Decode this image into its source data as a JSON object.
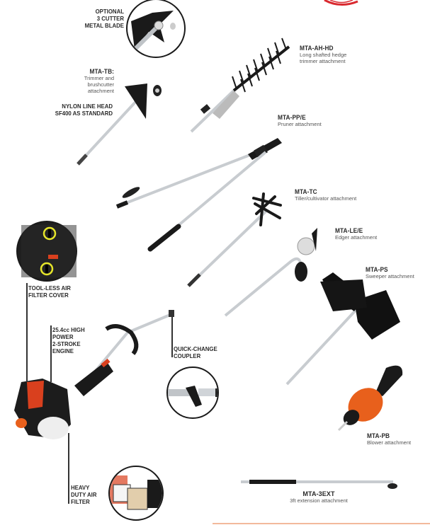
{
  "top_logo": {
    "shape": "red-circle-partial",
    "color": "#d9292f"
  },
  "bottom_rule": {
    "color": "#f3b99b"
  },
  "callouts": {
    "metal_blade": {
      "label": "OPTIONAL\n3 CUTTER\nMETAL BLADE"
    },
    "nylon_head": {
      "label": "NYLON LINE HEAD\nSF400 AS STANDARD"
    },
    "air_filter_cover": {
      "label": "TOOL-LESS AIR\nFILTER COVER"
    },
    "engine": {
      "label": "25.4cc HIGH\nPOWER\n2-STROKE\nENGINE"
    },
    "coupler": {
      "label": "QUICK-CHANGE\nCOUPLER"
    },
    "heavy_filter": {
      "label": "HEAVY\nDUTY AIR\nFILTER"
    }
  },
  "attachments": [
    {
      "code": "MTA-TB:",
      "description": "Trimmer and\nbrushcutter\nattachment"
    },
    {
      "code": "MTA-AH-HD",
      "description": "Long shafted hedge\ntrimmer attachment"
    },
    {
      "code": "MTA-PP/E",
      "description": "Pruner attachment"
    },
    {
      "code": "MTA-TC",
      "description": "Tiller/cultivator attachment"
    },
    {
      "code": "MTA-LE/E",
      "description": "Edger attachment"
    },
    {
      "code": "MTA-PS",
      "description": "Sweeper attachment"
    },
    {
      "code": "MTA-PB",
      "description": "Blower attachment"
    },
    {
      "code": "MTA-3EXT",
      "description": "3ft extension attachment"
    }
  ],
  "colors": {
    "engine_orange": "#d9401e",
    "blower_orange": "#e8601c",
    "shaft": "#c8ccd0",
    "dark": "#1c1c1c"
  }
}
